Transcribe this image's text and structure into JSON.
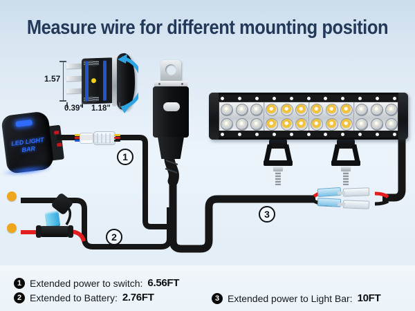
{
  "title": "Measure wire for different mounting position",
  "colors": {
    "title_navy": "#22395a",
    "wire_black": "#161616",
    "wire_red": "#e31e1e",
    "terminal_yellow": "#f0a61c",
    "fuse_blue": "#2fa8dd",
    "glow_blue": "#2e6bff",
    "amber": "#f0c23e",
    "arc_blue": "#2da5e2"
  },
  "dimension_diagram": {
    "height_label": "1.57",
    "depth_label": "0.39\"",
    "width_label": "1.18\""
  },
  "switch_face": {
    "line1": "LED LIGHT",
    "line2": "BAR"
  },
  "wire_labels": [
    {
      "number": "1"
    },
    {
      "number": "2"
    },
    {
      "number": "3"
    }
  ],
  "light_bar": {
    "rows": 2,
    "columns": 12,
    "amber_start_column": 4,
    "amber_end_column": 9,
    "sections": 4,
    "screws_per_strip": 11,
    "bracket_count": 2
  },
  "legend": {
    "items": [
      {
        "number": "1",
        "label": "Extended power to switch:",
        "value": "6.56FT"
      },
      {
        "number": "2",
        "label": "Extended to Battery:",
        "value": "2.76FT"
      },
      {
        "number": "3",
        "label": "Extended power to Light Bar:",
        "value": "10FT"
      }
    ]
  }
}
